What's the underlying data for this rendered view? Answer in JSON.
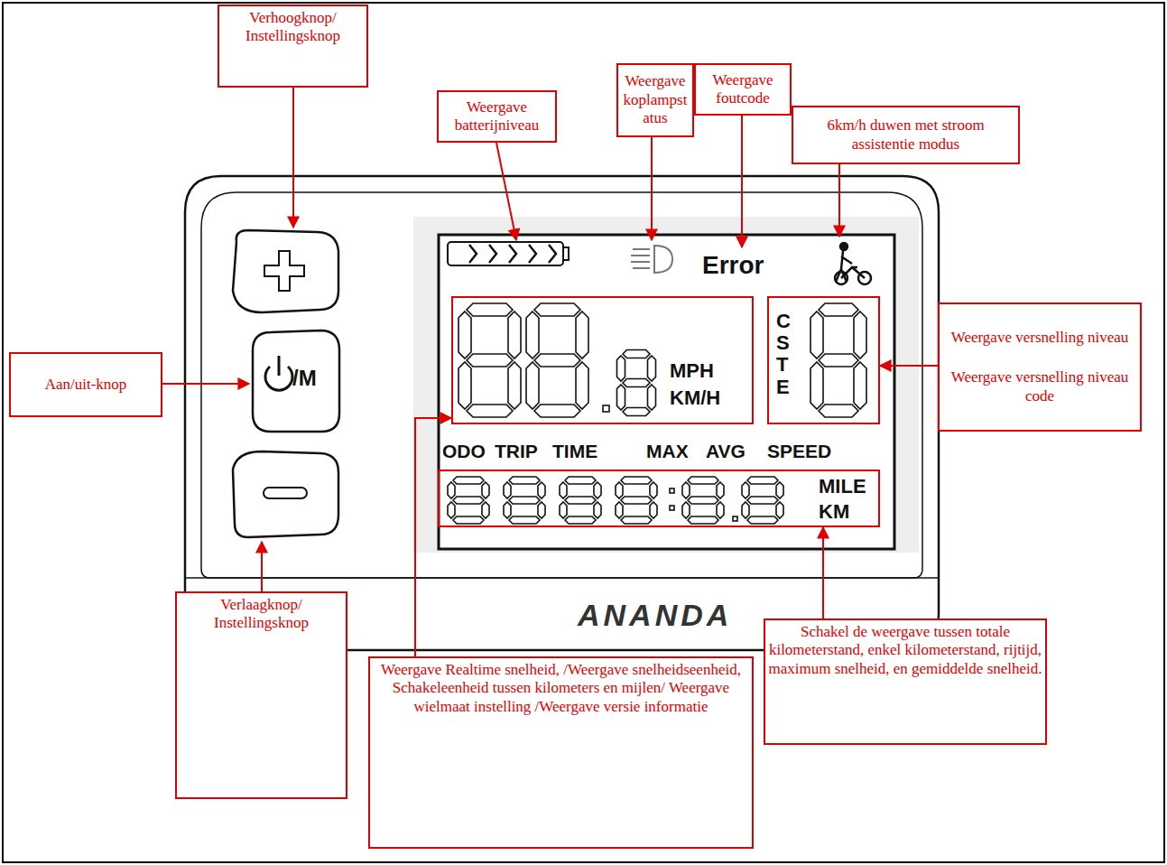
{
  "diagram": {
    "nodes": [
      {
        "text": [
          "Verhoogknop/ Instellingsknop"
        ]
      },
      {
        "text": [
          "Weergave batterijniveau"
        ]
      },
      {
        "text": [
          "Weergave koplampst atus"
        ]
      },
      {
        "text": [
          "Weergave foutcode"
        ]
      },
      {
        "text": [
          "6km/h duwen met stroom assistentie modus"
        ]
      },
      {
        "text": [
          "Aan/uit-knop"
        ]
      },
      {
        "text": [
          "Weergave versnelling niveau",
          "Weergave versnelling niveau code"
        ]
      },
      {
        "text": [
          "Verlaagknop/ Instellingsknop"
        ]
      },
      {
        "text": [
          "Weergave Realtime snelheid, /Weergave snelheidseenheid, Schakeleenheid tussen kilometers en mijlen/ Weergave wielmaat instelling /Weergave versie informatie"
        ]
      },
      {
        "text": [
          "Schakel de weergave tussen totale kilometerstand, enkel kilometerstand, rijtijd, maximum snelheid, en gemiddelde snelheid."
        ]
      },
      {
        "text": [
          "MPH",
          "KM/H"
        ]
      },
      {
        "text": [
          "CSTE"
        ]
      },
      {
        "text": [
          "MILE",
          "KM"
        ]
      }
    ],
    "edges": [
      {
        "from": 8,
        "to": 10,
        "arrow": "to"
      },
      {
        "from": 6,
        "to": 11,
        "arrow": "to"
      },
      {
        "from": 9,
        "to": 12,
        "arrow": "to"
      }
    ],
    "labels": [
      "Error",
      "ODO",
      "TRIP",
      "TIME",
      "MAX",
      "AVG",
      "SPEED",
      "/M",
      "ANANDA"
    ]
  }
}
